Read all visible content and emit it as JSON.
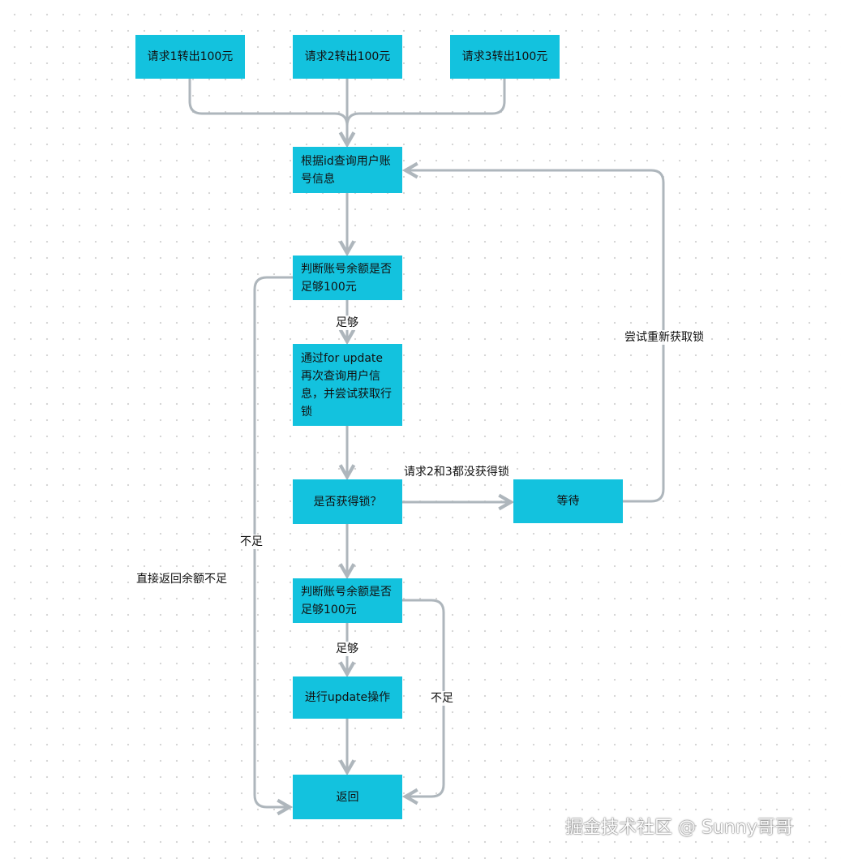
{
  "nodes": {
    "req1": "请求1转出100元",
    "req2": "请求2转出100元",
    "req3": "请求3转出100元",
    "query": "根据id查询用户账号信息",
    "check1": "判断账号余额是否足够100元",
    "forupdate": "通过for update再次查询用户信息，并尝试获取行锁",
    "lockq": "是否获得锁？",
    "wait": "等待",
    "check2": "判断账号余额是否足够100元",
    "update": "进行update操作",
    "ret": "返回"
  },
  "labels": {
    "enough1": "足够",
    "retry": "尝试重新获取锁",
    "no_lock": "请求2和3都没获得锁",
    "insufficient_left": "不足",
    "direct_return": "直接返回余额不足",
    "enough2": "足够",
    "insufficient_right": "不足"
  },
  "watermark": "掘金技术社区 @ Sunny哥哥",
  "colors": {
    "node": "#13c2de",
    "edge": "#aeb6bc"
  }
}
